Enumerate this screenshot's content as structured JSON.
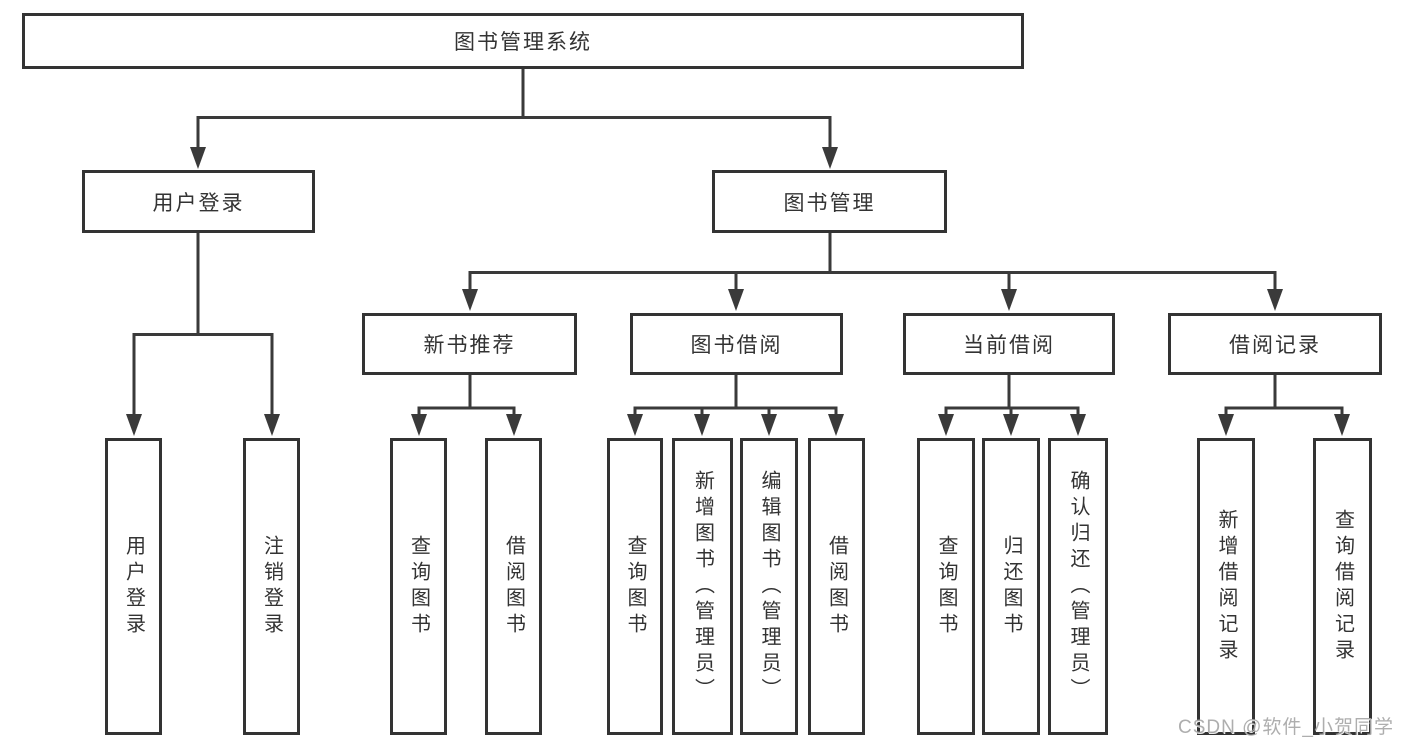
{
  "diagram": {
    "title": "图书管理系统",
    "root": {
      "label": "图书管理系统"
    },
    "level2": [
      {
        "label": "用户登录",
        "parent": "图书管理系统"
      },
      {
        "label": "图书管理",
        "parent": "图书管理系统"
      }
    ],
    "level3": [
      {
        "label": "新书推荐",
        "parent": "图书管理"
      },
      {
        "label": "图书借阅",
        "parent": "图书管理"
      },
      {
        "label": "当前借阅",
        "parent": "图书管理"
      },
      {
        "label": "借阅记录",
        "parent": "图书管理"
      }
    ],
    "leaves": [
      {
        "label": "用户登录",
        "parent": "用户登录"
      },
      {
        "label": "注销登录",
        "parent": "用户登录"
      },
      {
        "label": "查询图书",
        "parent": "新书推荐"
      },
      {
        "label": "借阅图书",
        "parent": "新书推荐"
      },
      {
        "label": "查询图书",
        "parent": "图书借阅"
      },
      {
        "label": "新增图书（管理员）",
        "parent": "图书借阅"
      },
      {
        "label": "编辑图书（管理员）",
        "parent": "图书借阅"
      },
      {
        "label": "借阅图书",
        "parent": "图书借阅"
      },
      {
        "label": "查询图书",
        "parent": "当前借阅"
      },
      {
        "label": "归还图书",
        "parent": "当前借阅"
      },
      {
        "label": "确认归还（管理员）",
        "parent": "当前借阅"
      },
      {
        "label": "新增借阅记录",
        "parent": "借阅记录"
      },
      {
        "label": "查询借阅记录",
        "parent": "借阅记录"
      }
    ]
  },
  "watermark": {
    "text": "CSDN @软件_小贺同学"
  },
  "colors": {
    "line": "#3a3a3a",
    "box_border": "#333333",
    "text": "#333333",
    "watermark": "#a5a5a5",
    "background": "#ffffff"
  }
}
